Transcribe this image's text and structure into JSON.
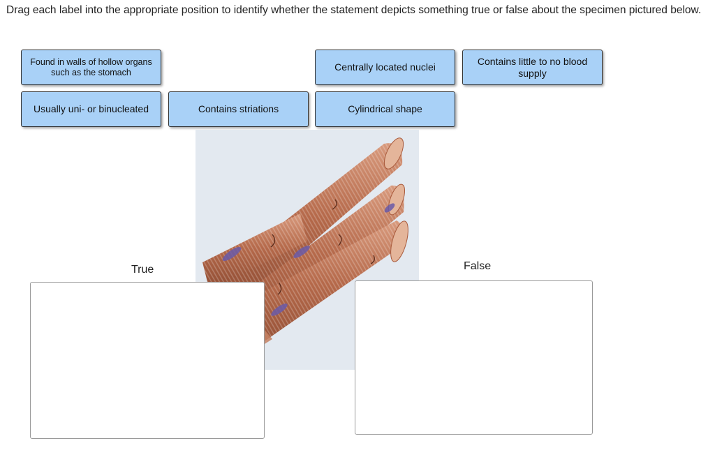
{
  "instructions": "Drag each label into the appropriate position to identify whether the statement depicts something true or false about the specimen pictured below.",
  "labels": {
    "hollow_organs": "Found in walls of hollow organs such as the stomach",
    "central_nuclei": "Centrally located nuclei",
    "blood_supply": "Contains little to no blood supply",
    "uninucleated": "Usually uni- or binucleated",
    "striations": "Contains striations",
    "cylindrical": "Cylindrical shape"
  },
  "drop_zones": {
    "true_label": "True",
    "false_label": "False"
  },
  "colors": {
    "label_fill": "#a9d1f7",
    "label_border": "#333333",
    "specimen_bg": "#e3e9f0",
    "fiber": "#b5694a",
    "nucleus": "#6a5aa8"
  }
}
